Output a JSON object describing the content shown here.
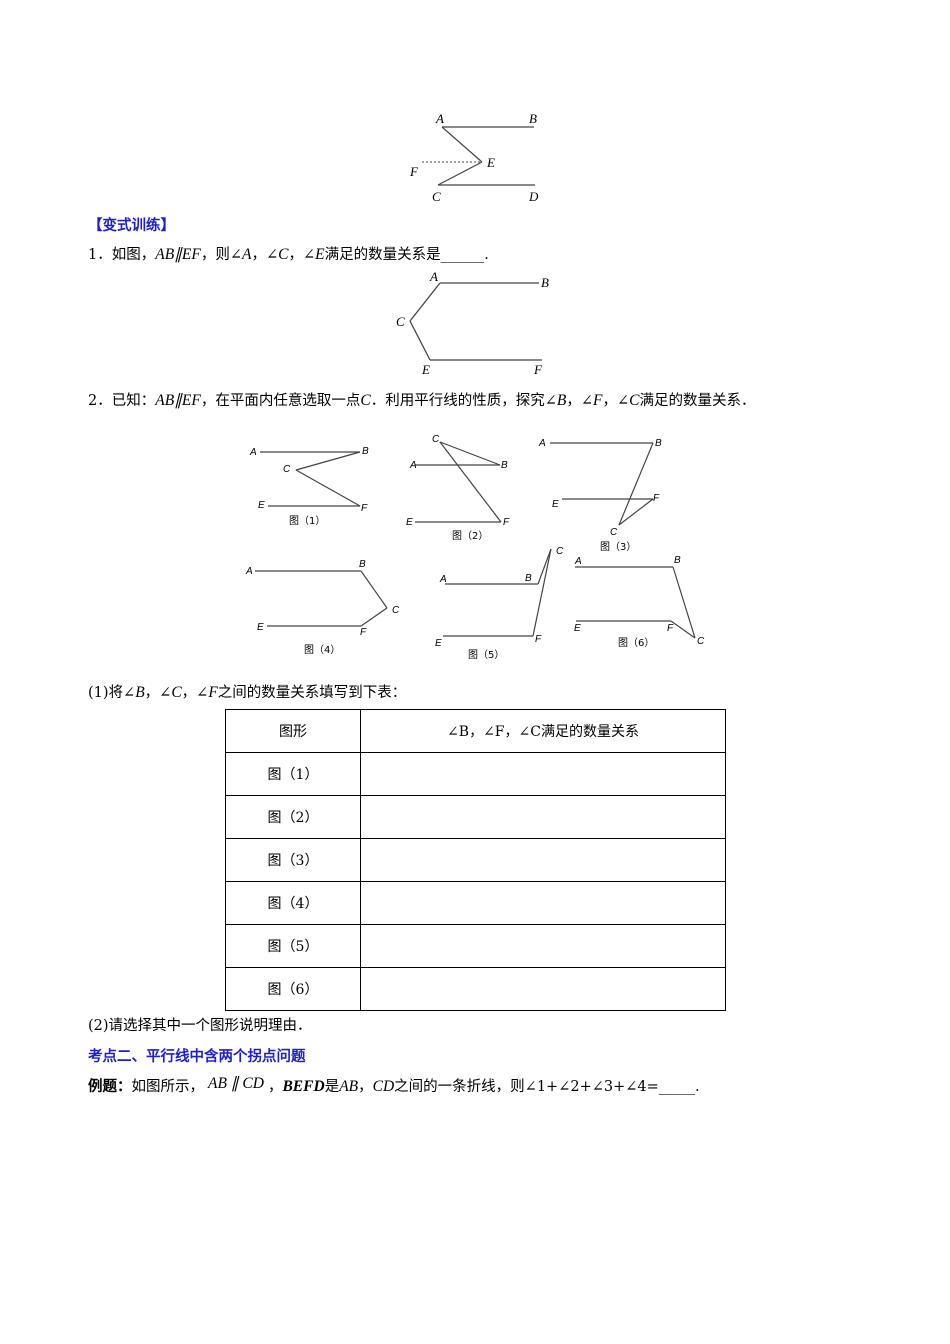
{
  "figure_top": {
    "labels": {
      "A": "A",
      "B": "B",
      "E": "E",
      "F": "F",
      "C": "C",
      "D": "D"
    }
  },
  "section_variant": {
    "heading": "【变式训练】"
  },
  "q1": {
    "num": "1．",
    "t1": "如图，",
    "parallel": "AB∥EF",
    "t2": "，则∠",
    "A": "A",
    "t3": "，∠",
    "C": "C",
    "t4": "，∠",
    "E": "E",
    "t5": "满足的数量关系是______."
  },
  "figure_q1": {
    "labels": {
      "A": "A",
      "B": "B",
      "C": "C",
      "E": "E",
      "F": "F"
    }
  },
  "q2": {
    "num": "2．",
    "t1": "已知：",
    "parallel": "AB∥EF",
    "t2": "，在平面内任意选取一点",
    "C": "C",
    "t3": "．利用平行线的性质，探究∠",
    "B": "B",
    "t4": "，∠",
    "F": "F",
    "t5": "，∠",
    "C2": "C",
    "t6": "满足的数量关系．"
  },
  "small_figures": {
    "labels": {
      "A": "A",
      "B": "B",
      "C": "C",
      "E": "E",
      "F": "F"
    },
    "captions": [
      "图（1）",
      "图（2）",
      "图（3）",
      "图（4）",
      "图（5）",
      "图（6）"
    ]
  },
  "part1": {
    "t1": "(1)将∠",
    "B": "B",
    "t2": "，∠",
    "C": "C",
    "t3": "，∠",
    "F": "F",
    "t4": "之间的数量关系填写到下表："
  },
  "table": {
    "header_col1": "图形",
    "header_col2": "∠B，∠F，∠C满足的数量关系",
    "rows": [
      "图（1）",
      "图（2）",
      "图（3）",
      "图（4）",
      "图（5）",
      "图（6）"
    ]
  },
  "part2": {
    "text": "(2)请选择其中一个图形说明理由．"
  },
  "section2": {
    "heading": "考点二、平行线中含两个拐点问题"
  },
  "example": {
    "label": "例题：",
    "t1": "如图所示，",
    "parallel": "AB ∥ CD",
    "t2": "，",
    "befd": "BEFD",
    "t3": "是",
    "ab": "AB",
    "t4": "，",
    "cd": "CD",
    "t5": "之间的一条折线，则∠1+∠2+∠3+∠4=_____."
  }
}
